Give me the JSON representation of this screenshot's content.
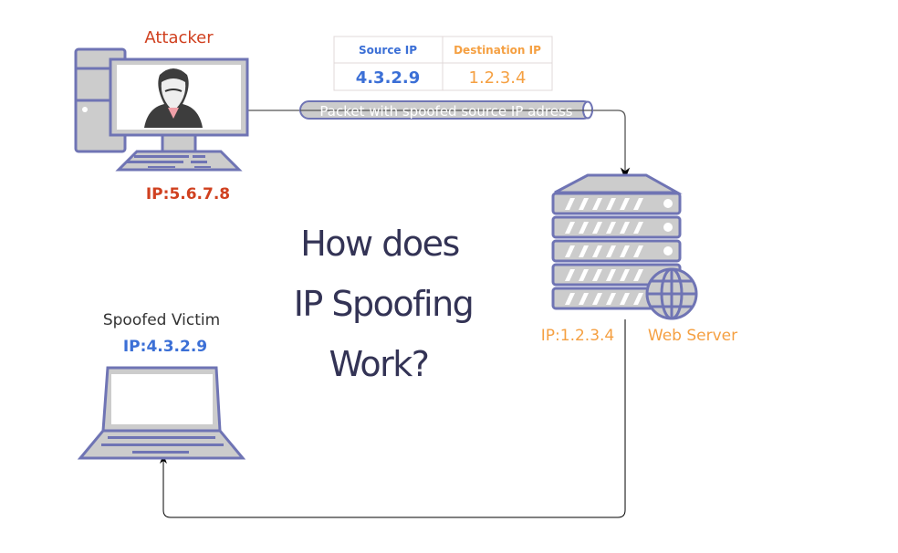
{
  "title_lines": [
    "How does",
    "IP Spoofing",
    "Work?"
  ],
  "attacker": {
    "label": "Attacker",
    "ip": "IP:5.6.7.8"
  },
  "victim": {
    "label": "Spoofed Victim",
    "ip": "IP:4.3.2.9"
  },
  "server": {
    "label": "Web Server",
    "ip": "IP:1.2.3.4"
  },
  "packet_table": {
    "headers": [
      "Source IP",
      "Destination IP"
    ],
    "values": [
      "4.3.2.9",
      "1.2.3.4"
    ]
  },
  "packet_label": "Packet with spoofed source IP adress",
  "colors": {
    "stroke": "#6f74b4",
    "fill": "#cccccc",
    "attacker": "#d0401f",
    "victim_ip": "#3b6fd6",
    "server": "#f5a042"
  }
}
